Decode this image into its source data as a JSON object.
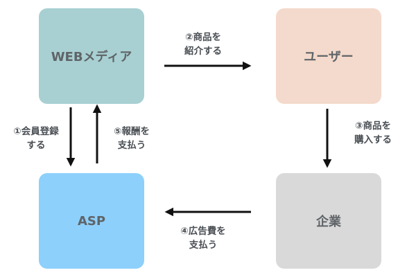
{
  "nodes": {
    "web_media": "WEBメディア",
    "user": "ユーザー",
    "asp": "ASP",
    "company": "企業"
  },
  "edges": {
    "step1": [
      "①会員登録",
      "する"
    ],
    "step2": [
      "②商品を",
      "紹介する"
    ],
    "step3": [
      "③商品を",
      "購入する"
    ],
    "step4": [
      "④広告費を",
      "支払う"
    ],
    "step5": [
      "⑤報酬を",
      "支払う"
    ]
  }
}
